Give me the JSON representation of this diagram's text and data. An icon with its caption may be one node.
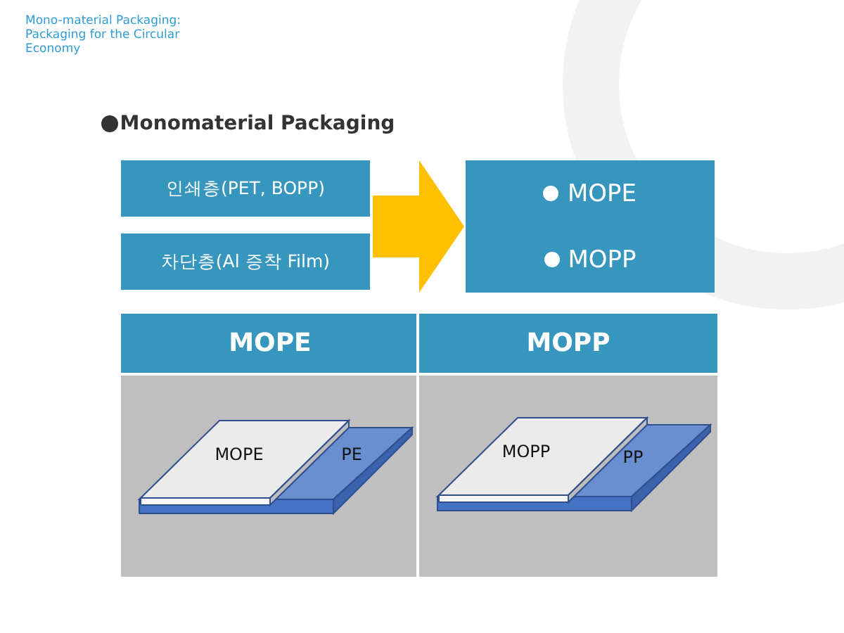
{
  "diagram": {
    "title": "Mono-material Packaging: Packaging for the Circular Economy",
    "nodes": [
      {
        "text": [
          "인쇄층(PET, BOPP)"
        ]
      },
      {
        "text": [
          "차단층(Al 증착 Film)"
        ]
      },
      {
        "text": [
          "MOPE",
          "MOPP"
        ]
      }
    ],
    "edges": [
      {
        "from": 0,
        "to": 2,
        "arrow": "to",
        "style": "thick"
      },
      {
        "from": 1,
        "to": 2,
        "arrow": "to",
        "style": "thick"
      }
    ],
    "labels": [
      "Monomaterial Packaging",
      "MOPE",
      "MOPP",
      "MOPE",
      "PE",
      "MOPP",
      "PP"
    ]
  }
}
